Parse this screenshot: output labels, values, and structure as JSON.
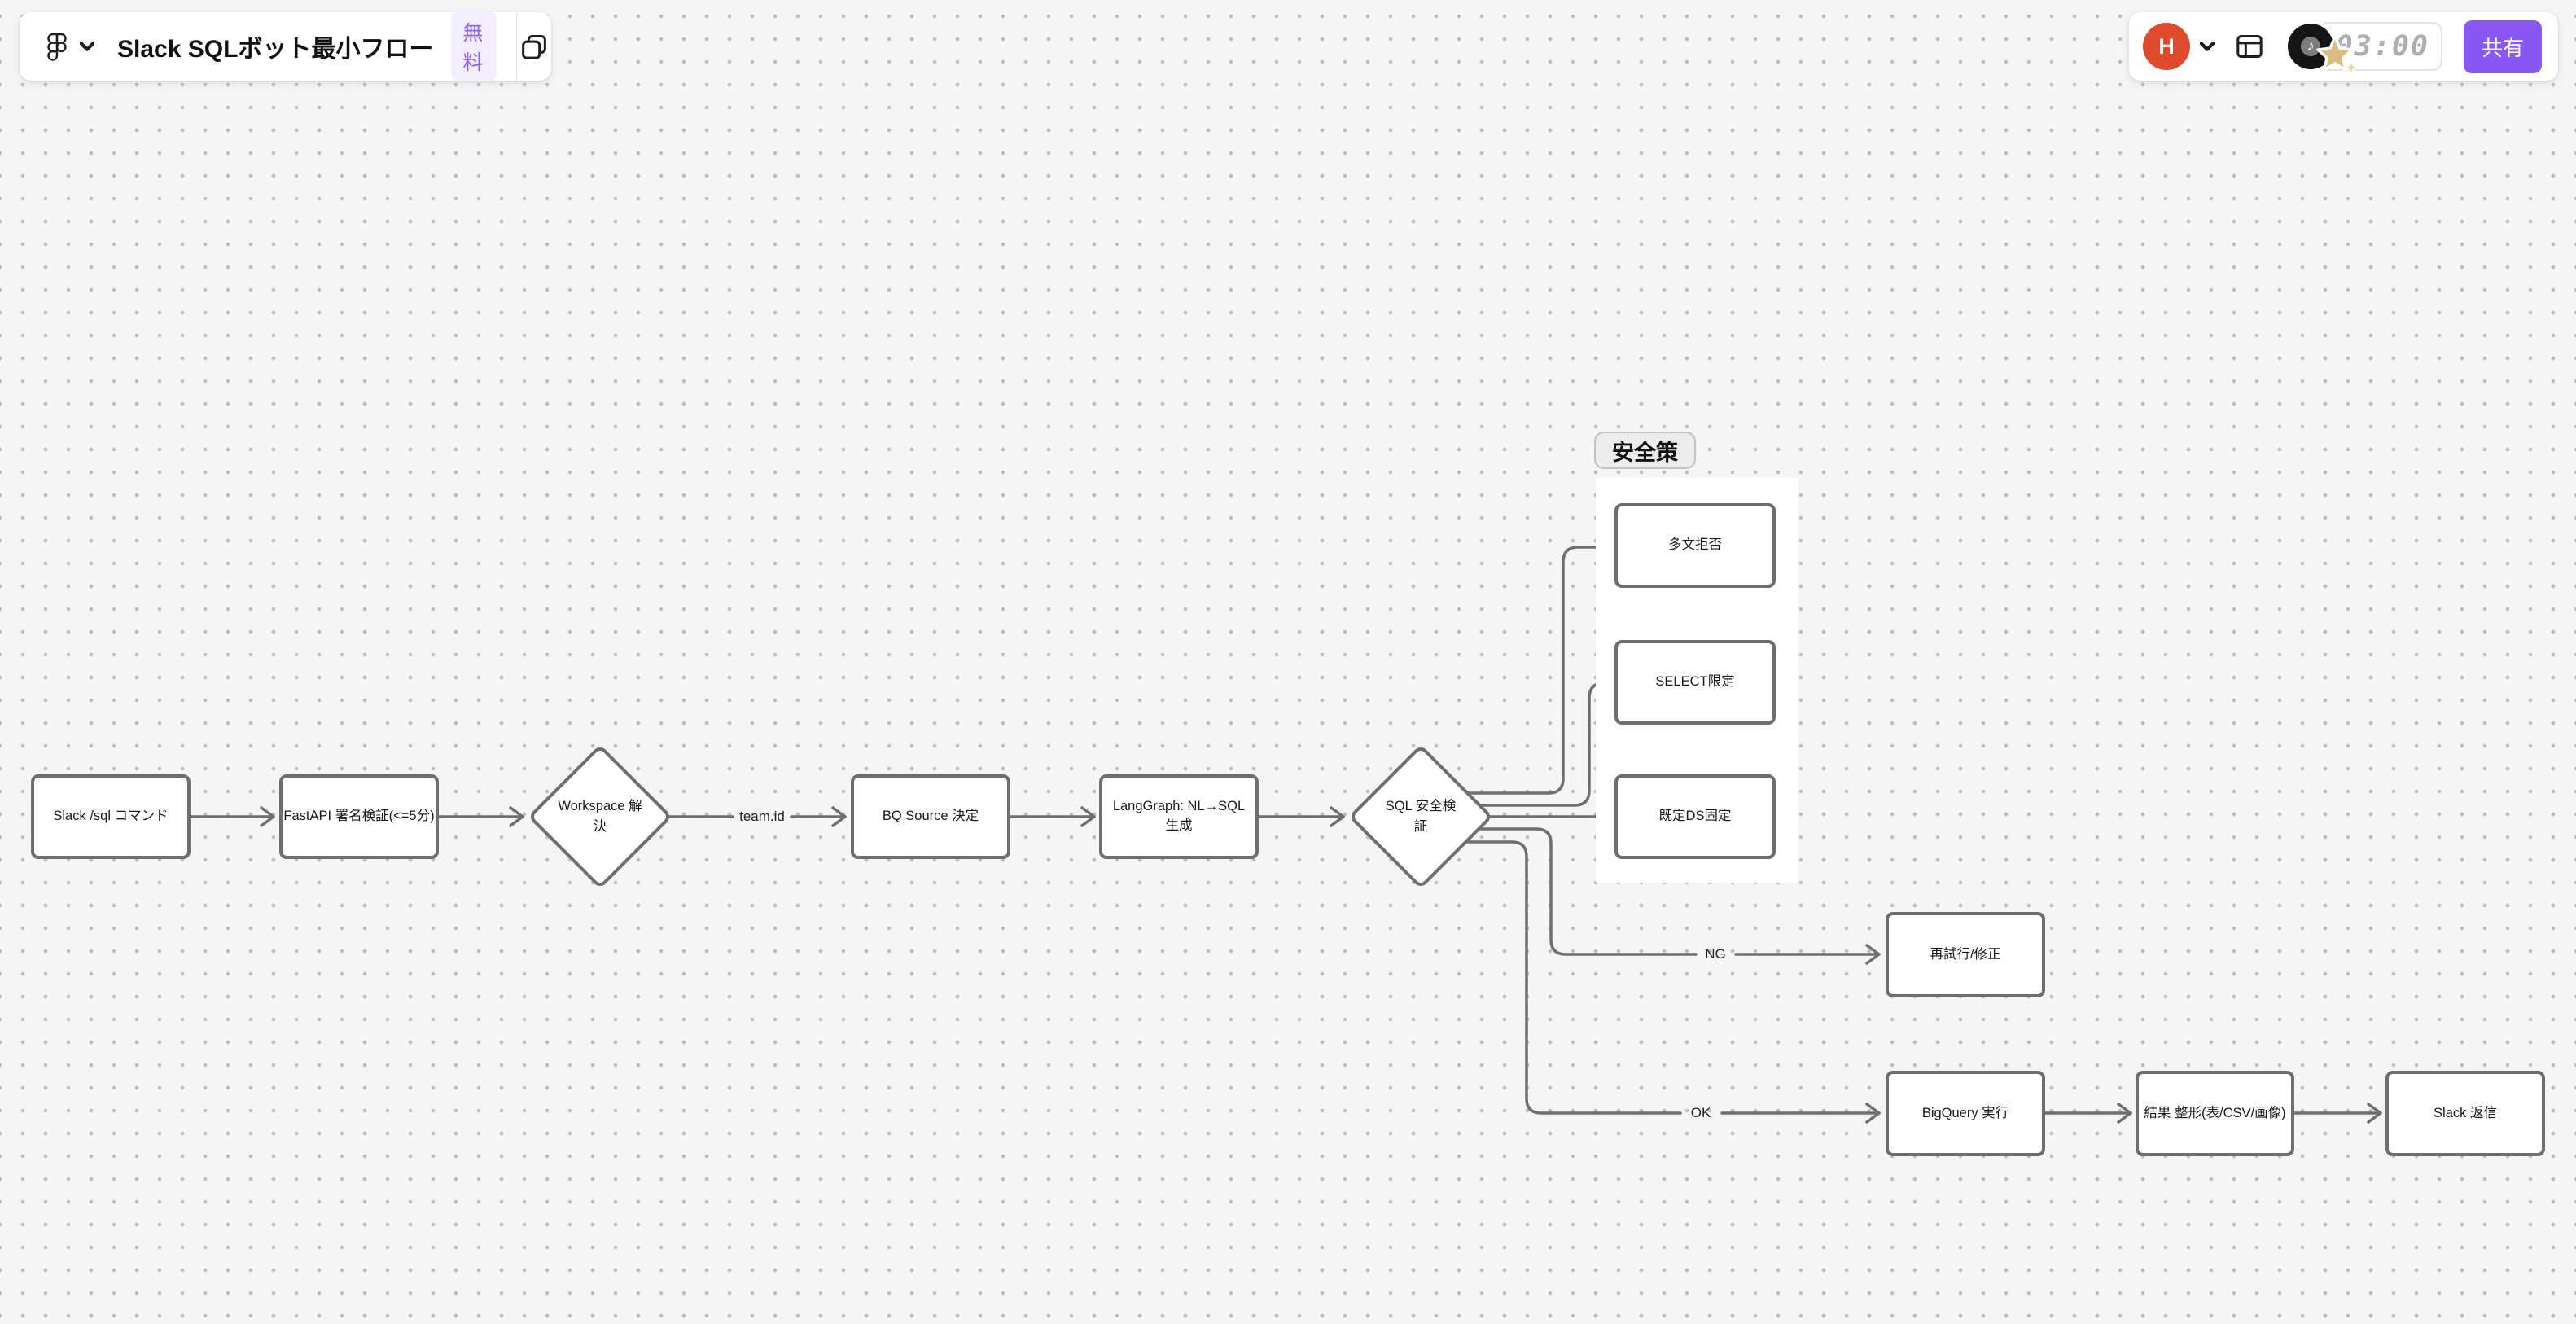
{
  "app": {
    "title": "Slack SQLボット最小フロー",
    "plan_badge": "無料",
    "share_label": "共有",
    "avatar_initial": "H",
    "timer_value": "03:00",
    "icons": {
      "logo": "figma-logo",
      "logo_menu": "chevron-down",
      "templates": "overlapping-squares",
      "account_menu": "chevron-down",
      "layout": "layout-grid",
      "timer_stickers": "vinyl-record-and-gold-star"
    },
    "colors": {
      "share_button": "#8a57f5",
      "plan_badge_text": "#8f63f2",
      "plan_badge_bg": "#f3eefe",
      "avatar_bg": "#e04a2c",
      "canvas_bg": "#f5f5f5",
      "node_border": "#6e6e6e",
      "connector": "#6f6f6f",
      "section_bg": "#ffffff",
      "section_pill_bg": "#ececec"
    }
  },
  "diagram": {
    "section": {
      "label": "安全策"
    },
    "nodes": [
      {
        "id": "slack-command",
        "type": "rect",
        "label": "Slack /sql コマンド"
      },
      {
        "id": "fastapi-verify",
        "type": "rect",
        "label": "FastAPI 署名検証(<=5分)"
      },
      {
        "id": "workspace-resolve",
        "type": "diamond",
        "label": "Workspace 解決"
      },
      {
        "id": "bq-source",
        "type": "rect",
        "label": "BQ Source 決定"
      },
      {
        "id": "langgraph-nl2sql",
        "type": "rect",
        "label": "LangGraph: NL→SQL 生成"
      },
      {
        "id": "sql-safety-check",
        "type": "diamond",
        "label": "SQL 安全検証"
      },
      {
        "id": "multi-stmt-reject",
        "type": "rect",
        "label": "多文拒否"
      },
      {
        "id": "select-only",
        "type": "rect",
        "label": "SELECT限定"
      },
      {
        "id": "default-ds-fixed",
        "type": "rect",
        "label": "既定DS固定"
      },
      {
        "id": "retry-fix",
        "type": "rect",
        "label": "再試行/修正"
      },
      {
        "id": "bigquery-run",
        "type": "rect",
        "label": "BigQuery 実行"
      },
      {
        "id": "result-format",
        "type": "rect",
        "label": "結果 整形(表/CSV/画像)"
      },
      {
        "id": "slack-reply",
        "type": "rect",
        "label": "Slack 返信"
      }
    ],
    "edge_labels": {
      "team_id": "team.id",
      "ng": "NG",
      "ok": "OK"
    },
    "edges": [
      {
        "from": "slack-command",
        "to": "fastapi-verify",
        "label": ""
      },
      {
        "from": "fastapi-verify",
        "to": "workspace-resolve",
        "label": ""
      },
      {
        "from": "workspace-resolve",
        "to": "bq-source",
        "label": "team.id"
      },
      {
        "from": "bq-source",
        "to": "langgraph-nl2sql",
        "label": ""
      },
      {
        "from": "langgraph-nl2sql",
        "to": "sql-safety-check",
        "label": ""
      },
      {
        "from": "sql-safety-check",
        "to": "multi-stmt-reject",
        "label": ""
      },
      {
        "from": "sql-safety-check",
        "to": "select-only",
        "label": ""
      },
      {
        "from": "sql-safety-check",
        "to": "default-ds-fixed",
        "label": ""
      },
      {
        "from": "sql-safety-check",
        "to": "retry-fix",
        "label": "NG"
      },
      {
        "from": "sql-safety-check",
        "to": "bigquery-run",
        "label": "OK"
      },
      {
        "from": "bigquery-run",
        "to": "result-format",
        "label": ""
      },
      {
        "from": "result-format",
        "to": "slack-reply",
        "label": ""
      }
    ]
  }
}
